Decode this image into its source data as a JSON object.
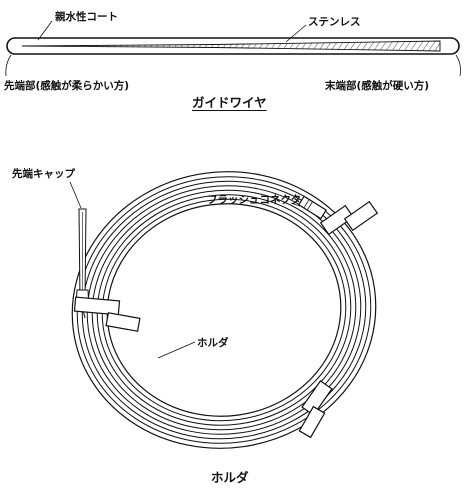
{
  "guidewire": {
    "title": "ガイドワイヤ",
    "labels": {
      "coating": "親水性コート",
      "core": "ステンレス",
      "distal_tip": "先端部(感触が柔らかい方)",
      "proximal_end": "末端部(感触が硬い方)"
    }
  },
  "holder": {
    "title": "ホルダ",
    "labels": {
      "tip_cap": "先端キャップ",
      "flush_connector": "フラッシュコネクタ",
      "holder": "ホルダ"
    }
  }
}
